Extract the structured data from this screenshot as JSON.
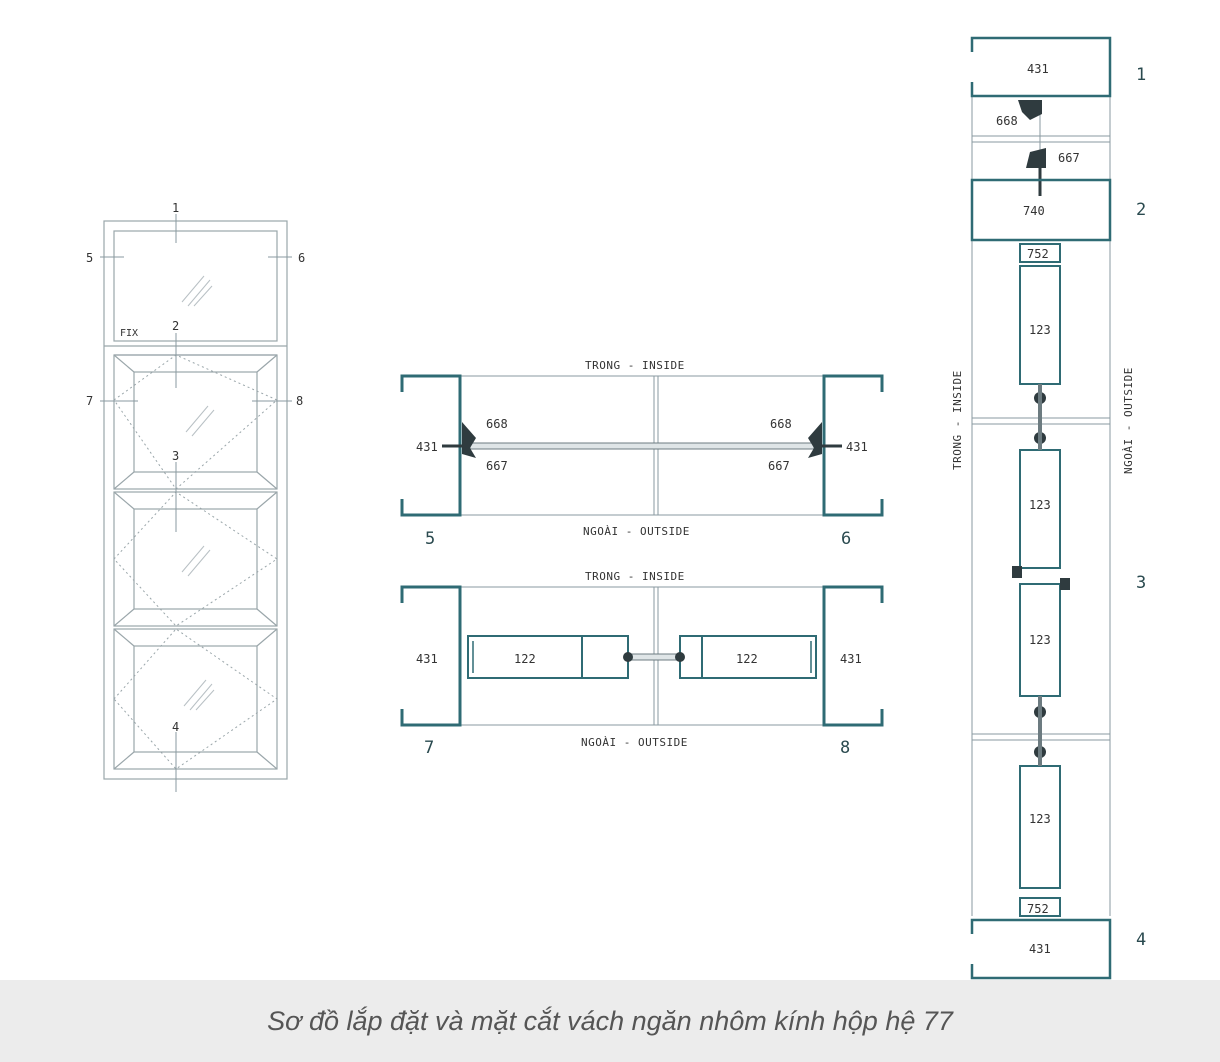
{
  "elevation": {
    "markers": [
      "1",
      "2",
      "3",
      "4",
      "5",
      "6",
      "7",
      "8"
    ],
    "fix_label": "FIX"
  },
  "section_horizontal": {
    "top": {
      "inside_label": "TRONG - INSIDE",
      "outside_label": "NGOÀI - OUTSIDE",
      "left_profile": "431",
      "right_profile": "431",
      "left_upper": "668",
      "left_lower": "667",
      "right_upper": "668",
      "right_lower": "667",
      "left_number": "5",
      "right_number": "6"
    },
    "bottom": {
      "inside_label": "TRONG - INSIDE",
      "outside_label": "NGOÀI - OUTSIDE",
      "left_profile": "431",
      "right_profile": "431",
      "left_sash": "122",
      "right_sash": "122",
      "left_number": "7",
      "right_number": "8"
    }
  },
  "section_vertical": {
    "inside_label": "TRONG - INSIDE",
    "outside_label": "NGOÀI - OUTSIDE",
    "profiles": {
      "p1": "431",
      "p2": "668",
      "p3": "667",
      "p4": "740",
      "p5": "752",
      "p6": "123",
      "p7": "123",
      "p8": "123",
      "p9": "123",
      "p10": "752",
      "p11": "431"
    },
    "numbers": [
      "1",
      "2",
      "3",
      "4"
    ]
  },
  "caption": "Sơ đồ lắp đặt và mặt cắt vách ngăn nhôm kính hộp hệ 77"
}
